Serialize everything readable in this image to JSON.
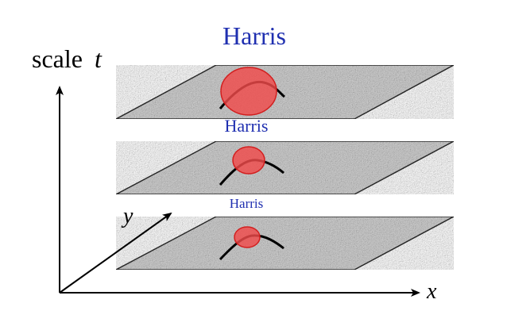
{
  "diagram": {
    "axes": {
      "scale_label": "scale",
      "scale_var": "t",
      "x_label": "x",
      "y_label": "y"
    },
    "layers": [
      {
        "label": "Harris",
        "marker": "large"
      },
      {
        "label": "Harris",
        "marker": "medium"
      },
      {
        "label": "Harris",
        "marker": "small"
      }
    ],
    "colors": {
      "label_blue": "#1f2fb0",
      "marker_fill": "#f04a4a",
      "marker_stroke": "#d21f1f",
      "plane_stroke": "#2c2c2c",
      "noise_base": "#c9c9c9"
    }
  }
}
